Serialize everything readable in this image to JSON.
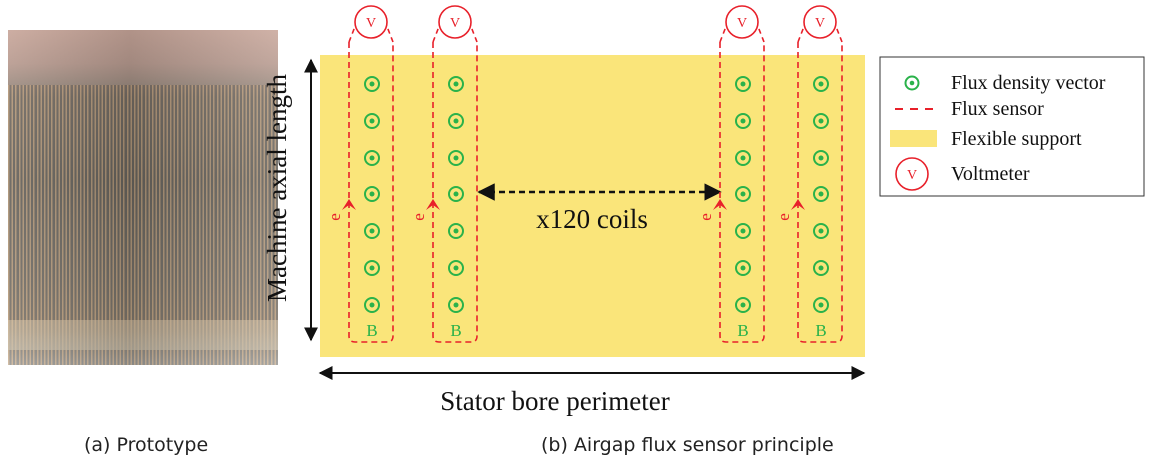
{
  "captions": {
    "prototype": "(a) Prototype",
    "principle": "(b) Airgap flux sensor principle"
  },
  "diagram": {
    "y_axis_label": "Machine axial length",
    "x_axis_label": "Stator bore perimeter",
    "coils_label": "x120 coils",
    "coil_voltmeter_label": "V",
    "coil_e_label": "e",
    "coil_b_label": "B",
    "coil_count_drawn": 4,
    "flux_vectors_per_coil": 7
  },
  "legend": {
    "items": [
      {
        "icon": "flux-density-vector-icon",
        "label": "Flux density vector"
      },
      {
        "icon": "flux-sensor-dash-icon",
        "label": "Flux sensor"
      },
      {
        "icon": "flexible-support-swatch-icon",
        "label": "Flexible support"
      },
      {
        "icon": "voltmeter-icon",
        "label": "Voltmeter"
      }
    ]
  },
  "colors": {
    "support": "#fae57a",
    "sensor": "#e8202a",
    "vector": "#2ab24a",
    "text": "#111111"
  }
}
